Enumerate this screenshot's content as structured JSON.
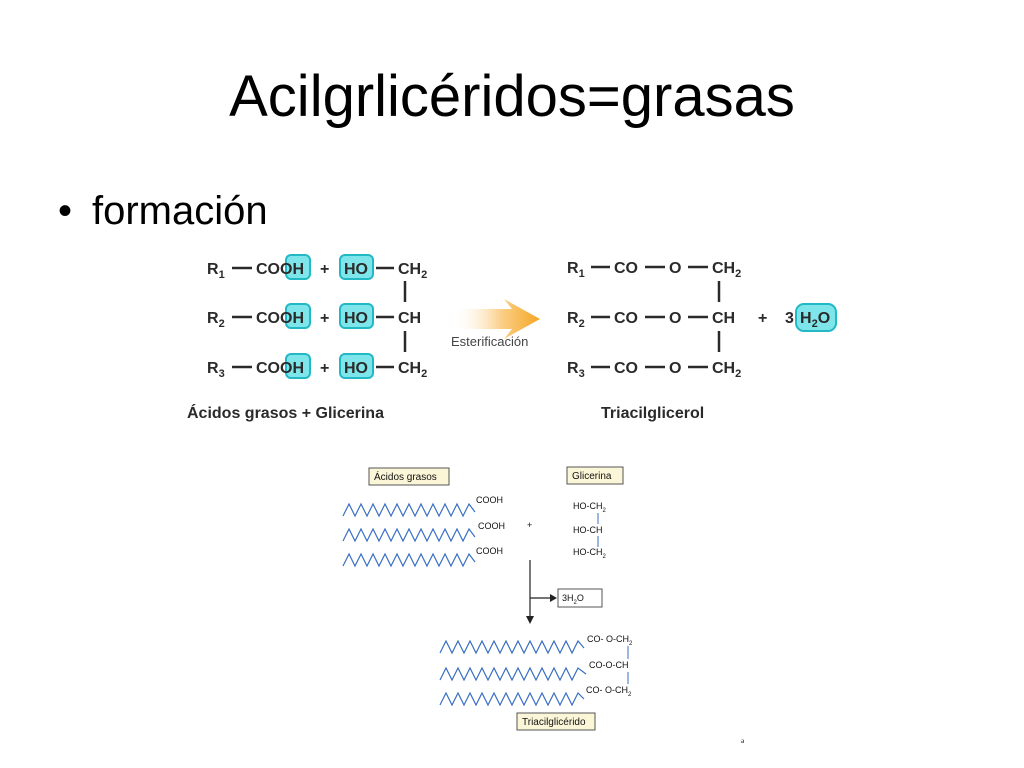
{
  "slide": {
    "title": "Acilgrlicéridos=grasas",
    "bullet": "formación",
    "page_mark": "ª"
  },
  "reaction_top": {
    "acids": [
      {
        "r": "R",
        "r_sub": "1",
        "group": "COOH"
      },
      {
        "r": "R",
        "r_sub": "2",
        "group": "COOH"
      },
      {
        "r": "R",
        "r_sub": "3",
        "group": "COOH"
      }
    ],
    "plus": "+",
    "glycerol_ho": "HO",
    "glycerol": [
      {
        "text": "CH",
        "sub": "2"
      },
      {
        "text": "CH",
        "sub": ""
      },
      {
        "text": "CH",
        "sub": "2"
      }
    ],
    "arrow_label": "Esterificación",
    "product": [
      {
        "r": "R",
        "r_sub": "1",
        "co": "CO",
        "o": "O",
        "c": "CH",
        "c_sub": "2"
      },
      {
        "r": "R",
        "r_sub": "2",
        "co": "CO",
        "o": "O",
        "c": "CH",
        "c_sub": ""
      },
      {
        "r": "R",
        "r_sub": "3",
        "co": "CO",
        "o": "O",
        "c": "CH",
        "c_sub": "2"
      }
    ],
    "water_coef": "3",
    "water": {
      "h": "H",
      "sub": "2",
      "o": "O"
    },
    "caption_left": "Ácidos grasos  +  Glicerina",
    "caption_right": "Triacilglicerol",
    "colors": {
      "highlight_fill": "#7ee6ea",
      "highlight_stroke": "#22b8c4",
      "arrow": "#f5a623",
      "text": "#2a2a2a"
    }
  },
  "reaction_bottom": {
    "acids_label": "Ácidos grasos",
    "glycerol_label": "Glicerina",
    "cooh": "COOH",
    "plus": "+",
    "glycerol": [
      {
        "pre": "HO-CH",
        "sub": "2"
      },
      {
        "pre": "HO-CH",
        "sub": ""
      },
      {
        "pre": "HO-CH",
        "sub": "2"
      }
    ],
    "water": {
      "coef": "3H",
      "sub": "2",
      "o": "O"
    },
    "triglyceride": [
      {
        "pre": "CO- O-CH",
        "sub": "2"
      },
      {
        "pre": "CO-O-CH",
        "sub": ""
      },
      {
        "pre": "CO-  O-CH",
        "sub": "2"
      }
    ],
    "product_label": "Triacilglicérido",
    "colors": {
      "chain": "#3a6fc4",
      "box_fill": "#fbf6d8"
    }
  }
}
